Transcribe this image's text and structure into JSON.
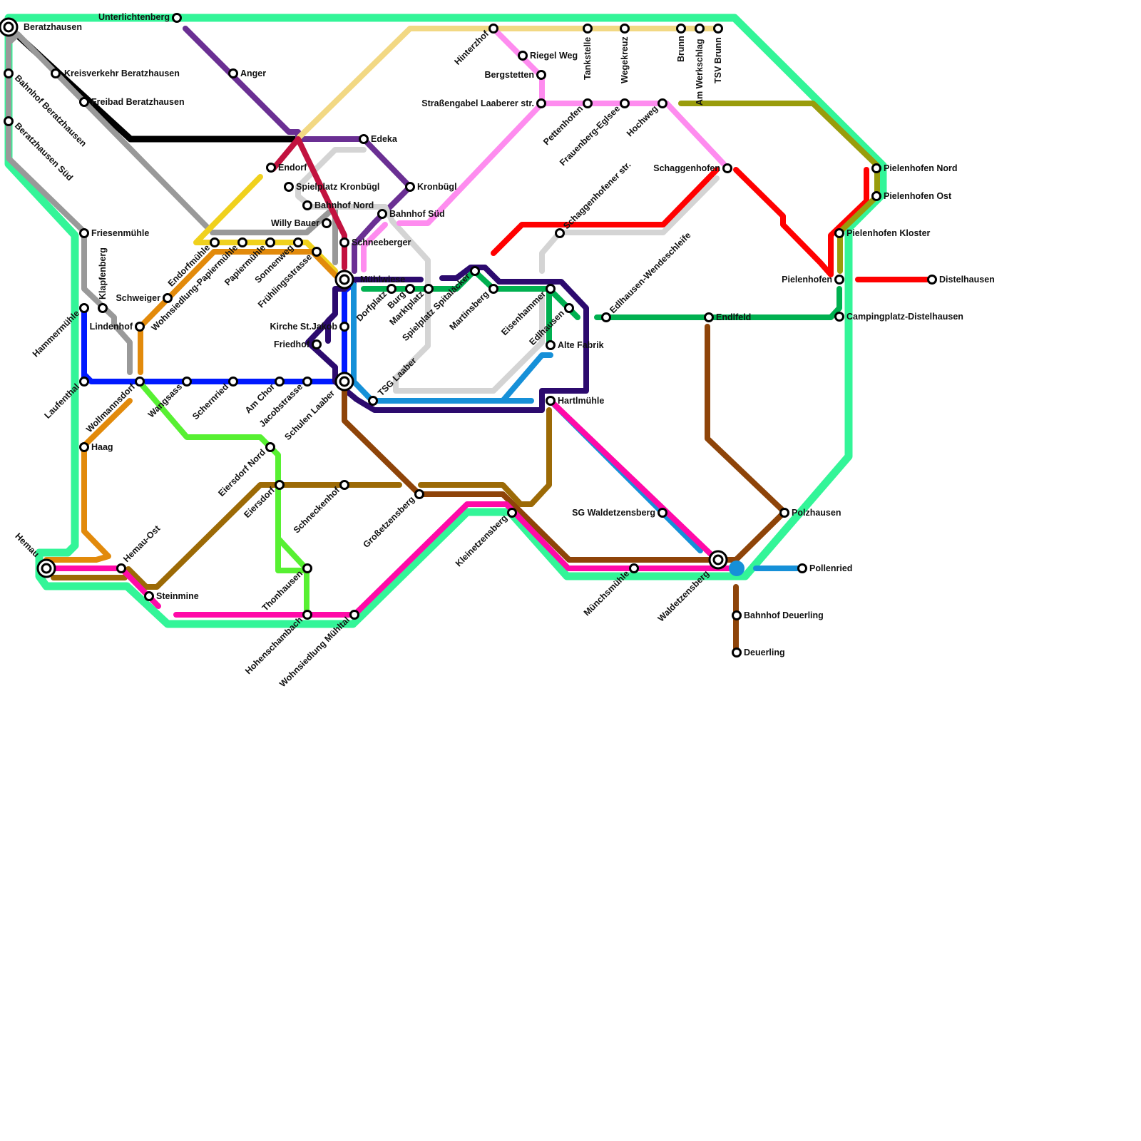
{
  "lines": [
    {
      "id": "outer-ring",
      "color": "#33f598"
    },
    {
      "id": "black",
      "color": "#000000"
    },
    {
      "id": "grey",
      "color": "#999999"
    },
    {
      "id": "purple",
      "color": "#6a2f93"
    },
    {
      "id": "sand",
      "color": "#f2d883"
    },
    {
      "id": "light-grey",
      "color": "#d4d4d4"
    },
    {
      "id": "crimson",
      "color": "#c2123f"
    },
    {
      "id": "yellow",
      "color": "#f0d11d"
    },
    {
      "id": "orange",
      "color": "#e28a0b"
    },
    {
      "id": "blue",
      "color": "#0019ff"
    },
    {
      "id": "pink-light",
      "color": "#fe8cef"
    },
    {
      "id": "navy-purple",
      "color": "#2c0a6e"
    },
    {
      "id": "green",
      "color": "#00b050"
    },
    {
      "id": "sky",
      "color": "#1690d8"
    },
    {
      "id": "red",
      "color": "#ff0000"
    },
    {
      "id": "olive",
      "color": "#999c0c"
    },
    {
      "id": "brown",
      "color": "#8e4409"
    },
    {
      "id": "ochre",
      "color": "#9c6a06"
    },
    {
      "id": "magenta",
      "color": "#ff0aa8"
    },
    {
      "id": "lime",
      "color": "#57f032"
    }
  ],
  "stations": [
    {
      "name": "Beratzhausen"
    },
    {
      "name": "Unterlichtenberg"
    },
    {
      "name": "Kreisverkehr Beratzhausen"
    },
    {
      "name": "Bahnhof Beratzhausen"
    },
    {
      "name": "Freibad Beratzhausen"
    },
    {
      "name": "Beratzhausen Süd"
    },
    {
      "name": "Anger"
    },
    {
      "name": "Endorf"
    },
    {
      "name": "Spielplatz Kronbügl"
    },
    {
      "name": "Bahnhof Nord"
    },
    {
      "name": "Edeka"
    },
    {
      "name": "Kronbügl"
    },
    {
      "name": "Bahnhof Süd"
    },
    {
      "name": "Willy Bauer"
    },
    {
      "name": "Schneeberger"
    },
    {
      "name": "Mühlwiese"
    },
    {
      "name": "Friesenmühle"
    },
    {
      "name": "Klapfenberg"
    },
    {
      "name": "Hammermühle"
    },
    {
      "name": "Schweiger"
    },
    {
      "name": "Endorfmühle"
    },
    {
      "name": "Wohnsiedlung-Papiermühle"
    },
    {
      "name": "Papiermühle"
    },
    {
      "name": "Sonnenweg"
    },
    {
      "name": "Frühlingsstrasse"
    },
    {
      "name": "Lindenhof"
    },
    {
      "name": "Laufenthal"
    },
    {
      "name": "Wollmannsdorf"
    },
    {
      "name": "Wangsass"
    },
    {
      "name": "Schernried"
    },
    {
      "name": "Am Chor"
    },
    {
      "name": "Jacobstrasse"
    },
    {
      "name": "Schulen Laaber"
    },
    {
      "name": "Kirche St.Jakob"
    },
    {
      "name": "Friedhof"
    },
    {
      "name": "Dorfplatz"
    },
    {
      "name": "Burg"
    },
    {
      "name": "Marktplatz"
    },
    {
      "name": "Spielplatz Spitaläcker"
    },
    {
      "name": "Martinsberg"
    },
    {
      "name": "TSG Laaber"
    },
    {
      "name": "Haag"
    },
    {
      "name": "Hemau"
    },
    {
      "name": "Hemau-Ost"
    },
    {
      "name": "Steinmine"
    },
    {
      "name": "Eiersdorf Nord"
    },
    {
      "name": "Eiersdorf"
    },
    {
      "name": "Schneckenhof"
    },
    {
      "name": "Großetzensberg"
    },
    {
      "name": "Thonhausen"
    },
    {
      "name": "Hohenschambach"
    },
    {
      "name": "Wohnsiedlung Mühltal"
    },
    {
      "name": "Kleinetzensberg"
    },
    {
      "name": "Hinterzhof"
    },
    {
      "name": "Riegel Weg"
    },
    {
      "name": "Bergstetten"
    },
    {
      "name": "Straßengabel Laaberer str."
    },
    {
      "name": "Tankstelle"
    },
    {
      "name": "Wegekreuz"
    },
    {
      "name": "Brunn"
    },
    {
      "name": "Am Werkschlag"
    },
    {
      "name": "TSV Brunn"
    },
    {
      "name": "Pettenhofen"
    },
    {
      "name": "Frauenberg-Eglsee"
    },
    {
      "name": "Hochweg"
    },
    {
      "name": "Schaggenhofen"
    },
    {
      "name": "Schaggenhofener str."
    },
    {
      "name": "Pielenhofen Nord"
    },
    {
      "name": "Pielenhofen Ost"
    },
    {
      "name": "Pielenhofen Kloster"
    },
    {
      "name": "Pielenhofen"
    },
    {
      "name": "Distelhausen"
    },
    {
      "name": "Campingplatz-Distelhausen"
    },
    {
      "name": "Edlhausen-Wendeschleife"
    },
    {
      "name": "Endlfeld"
    },
    {
      "name": "Eisenhammer"
    },
    {
      "name": "Edlhausen"
    },
    {
      "name": "Alte Fabrik"
    },
    {
      "name": "Hartlmühle"
    },
    {
      "name": "SG Waldetzensberg"
    },
    {
      "name": "Polzhausen"
    },
    {
      "name": "Waldetzensberg"
    },
    {
      "name": "Pollenried"
    },
    {
      "name": "Münchsmühle"
    },
    {
      "name": "Bahnhof Deuerling"
    },
    {
      "name": "Deuerling"
    }
  ]
}
